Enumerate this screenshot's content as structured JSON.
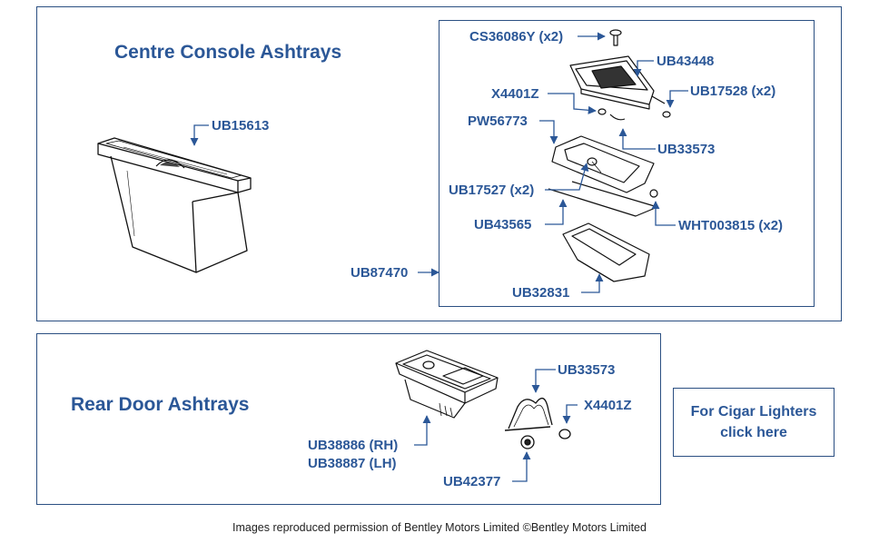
{
  "centre": {
    "title": "Centre Console Ashtrays",
    "labels": {
      "ub15613": "UB15613",
      "ub87470": "UB87470",
      "cs36086y": "CS36086Y (x2)",
      "ub43448": "UB43448",
      "x4401z": "X4401Z",
      "ub17528": "UB17528 (x2)",
      "pw56773": "PW56773",
      "ub33573": "UB33573",
      "ub17527": "UB17527 (x2)",
      "ub43565": "UB43565",
      "wht003815": "WHT003815 (x2)",
      "ub32831": "UB32831"
    }
  },
  "rear": {
    "title": "Rear Door Ashtrays",
    "labels": {
      "ub38886": "UB38886 (RH)",
      "ub38887": "UB38887 (LH)",
      "ub33573": "UB33573",
      "x4401z": "X4401Z",
      "ub42377": "UB42377"
    }
  },
  "cigar_link": {
    "line1": "For Cigar Lighters",
    "line2": "click here"
  },
  "credit": "Images reproduced permission of Bentley Motors Limited ©Bentley Motors Limited",
  "colors": {
    "accent": "#2b5797",
    "border": "#2b4f82"
  }
}
